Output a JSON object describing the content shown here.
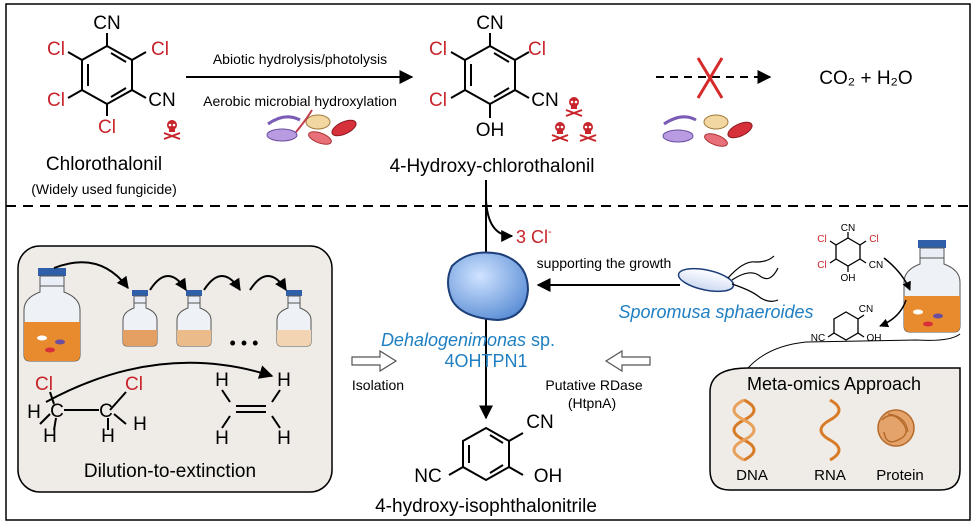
{
  "top": {
    "compound1": {
      "name": "Chlorothalonil",
      "note": "(Widely used fungicide)",
      "cl": "Cl",
      "cn": "CN"
    },
    "arrow_label_1": "Abiotic hydrolysis/photolysis",
    "arrow_label_2": "Aerobic microbial hydroxylation",
    "compound2": {
      "name": "4-Hydroxy-chlorothalonil",
      "oh": "OH"
    },
    "products": "CO₂ + H₂O"
  },
  "bottom": {
    "left_panel": {
      "title": "Dilution-to-extinction",
      "dots": "• • •",
      "h": "H",
      "c": "C",
      "cl": "Cl"
    },
    "isolation_label": "Isolation",
    "chloride_release": {
      "main": "3 Cl",
      "sup": "-"
    },
    "supporting_growth": "supporting the growth",
    "organism": {
      "genus": "Dehalogenimonas",
      "sp": " sp.",
      "strain": "4OHTPN1"
    },
    "partner": "Sporomusa sphaeroides",
    "rdase": {
      "line1": "Putative RDase",
      "line2": "(HtpnA)"
    },
    "product": {
      "name": "4-hydroxy-isophthalonitrile",
      "cn": "CN",
      "nc": "NC",
      "oh": "OH"
    },
    "right_panel": {
      "title": "Meta-omics Approach",
      "items": [
        "DNA",
        "RNA",
        "Protein"
      ]
    },
    "small_struct": {
      "cl": "Cl",
      "cn": "CN",
      "nc": "NC",
      "oh": "OH"
    }
  },
  "colors": {
    "red": "#c8242b",
    "blue": "#1f7fc2",
    "panel": "#efebe6"
  }
}
